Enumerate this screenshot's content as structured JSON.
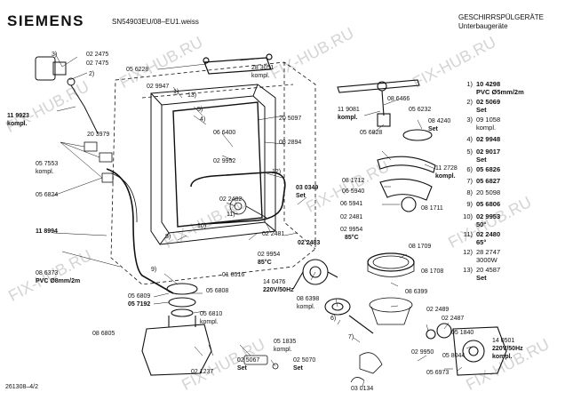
{
  "header": {
    "brand": "SIEMENS",
    "model": "SN54903EU/08–EU1.weiss",
    "title1": "GESCHIRRSPÜLGERÄTE",
    "title2": "Unterbaugeräte"
  },
  "footer": {
    "doc_number": "261308–4/2"
  },
  "watermarks": [
    "FIX-HUB.RU",
    "FIX-HUB.RU",
    "FIX-HUB.RU",
    "FIX-HUB.RU",
    "FIX-HUB.RU",
    "FIX-HUB.RU",
    "FIX-HUB.RU",
    "FIX-HUB.RU",
    "FIX-HUB.RU",
    "FIX-HUB.RU"
  ],
  "legend": [
    {
      "n": "1)",
      "part": "10 4298",
      "extra": "PVC Ø5mm/2m"
    },
    {
      "n": "2)",
      "part": "02 5069",
      "extra": "Set"
    },
    {
      "n": "3)",
      "part": "09 1058",
      "extra": "kompl."
    },
    {
      "n": "4)",
      "part": "02 9948",
      "extra": ""
    },
    {
      "n": "5)",
      "part": "02 9017",
      "extra": "Set"
    },
    {
      "n": "6)",
      "part": "05 6826",
      "extra": ""
    },
    {
      "n": "7)",
      "part": "05 6827",
      "extra": ""
    },
    {
      "n": "8)",
      "part": "20 5098",
      "extra": ""
    },
    {
      "n": "9)",
      "part": "05 6806",
      "extra": ""
    },
    {
      "n": "10)",
      "part": "02 9953",
      "extra": "50°"
    },
    {
      "n": "11)",
      "part": "02 2480",
      "extra": "65°"
    },
    {
      "n": "12)",
      "part": "28 2747",
      "extra": "3000W"
    },
    {
      "n": "13)",
      "part": "20 4587",
      "extra": "Set"
    }
  ],
  "callouts": {
    "c1": "3)",
    "c2": "02 2475",
    "c3": "02 7475",
    "c4": "05 6228",
    "c5": "2)",
    "c6": "11 9923",
    "c7": "kompl.",
    "c8": "20 3979",
    "c9": "05 7553",
    "c10": "kompl.",
    "c11": "05 6824",
    "c12": "11 8994",
    "c13": "08 6373",
    "c14": "PVC Ø8mm/2m",
    "c15": "05 6809",
    "c16": "05 7192",
    "c17": "08 6805",
    "c18": "02 9947",
    "c19": "1)",
    "c20": "13)",
    "c21": "28 3051",
    "c22": "kompl.",
    "c23": "5)",
    "c24": "4)",
    "c25": "20 5097",
    "c26": "06 6400",
    "c27": "02 9952",
    "c28": "08 2894",
    "c29": "12)",
    "c30": "02 2482",
    "c31": "11)",
    "c32": "10)",
    "c33": "8)",
    "c34": "02 2481",
    "c35": "02 9954",
    "c36": "85°C",
    "c37": "01 8516",
    "c38": "03 0349",
    "c39": "Set",
    "c40": "02 2483",
    "c41": "9)",
    "c42": "05 6808",
    "c43": "05 6810",
    "c44": "kompl.",
    "c45": "02 1237",
    "c46": "05 1835",
    "c47": "kompl.",
    "c48": "02 5067",
    "c49": "Set",
    "c50": "02 5070",
    "c51": "Set",
    "c52": "11 9081",
    "c53": "kompl.",
    "c54": "08 6466",
    "c55": "05 6232",
    "c56": "08 4240",
    "c57": "Set",
    "c58": "05 6828",
    "c59": "08 1712",
    "c60": "06 5940",
    "c61": "06 5941",
    "c62": "02 2481",
    "c63": "02 9954",
    "c64": "85°C",
    "c65": "11 2728",
    "c66": "kompl.",
    "c67": "08 1711",
    "c68": "14 0476",
    "c69": "220V/50Hz",
    "c70": "08 6398",
    "c71": "kompl.",
    "c72": "08 1709",
    "c73": "08 1708",
    "c74": "08 6399",
    "c75": "6)",
    "c76": "7)",
    "c77": "02 2489",
    "c78": "02 2487",
    "c79": "05 1840",
    "c80": "14 0501",
    "c81": "220V/50Hz",
    "c82": "kompl.",
    "c83": "02 9950",
    "c84": "05 8044",
    "c85": "05 6973",
    "c86": "03 0134"
  }
}
